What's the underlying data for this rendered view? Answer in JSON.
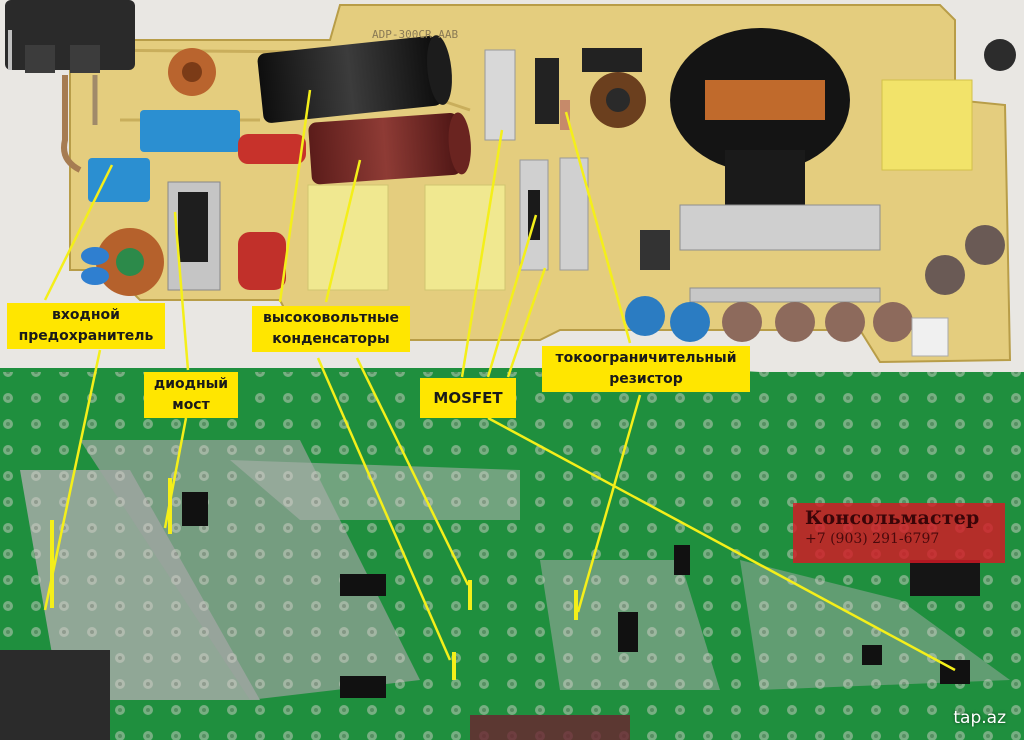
{
  "labels": {
    "fuse": "входной\nпредохранитель",
    "diode_bridge": "диодный\nмост",
    "hv_capacitors": "высоковольтные\nконденсаторы",
    "mosfet": "MOSFET",
    "current_resistor": "токоограничительный\nрезистор"
  },
  "board_marking": "ADP-300CR AAB",
  "watermark": {
    "name": "Консольмастер",
    "phone": "+7 (903) 291-6797"
  },
  "site": "tap.az",
  "colors": {
    "label_bg": "#ffe600",
    "pointer": "#f4ef1a",
    "board_top": "#e6cf7f",
    "board_bottom": "#1f8f3e",
    "watermark": "#d61824"
  }
}
